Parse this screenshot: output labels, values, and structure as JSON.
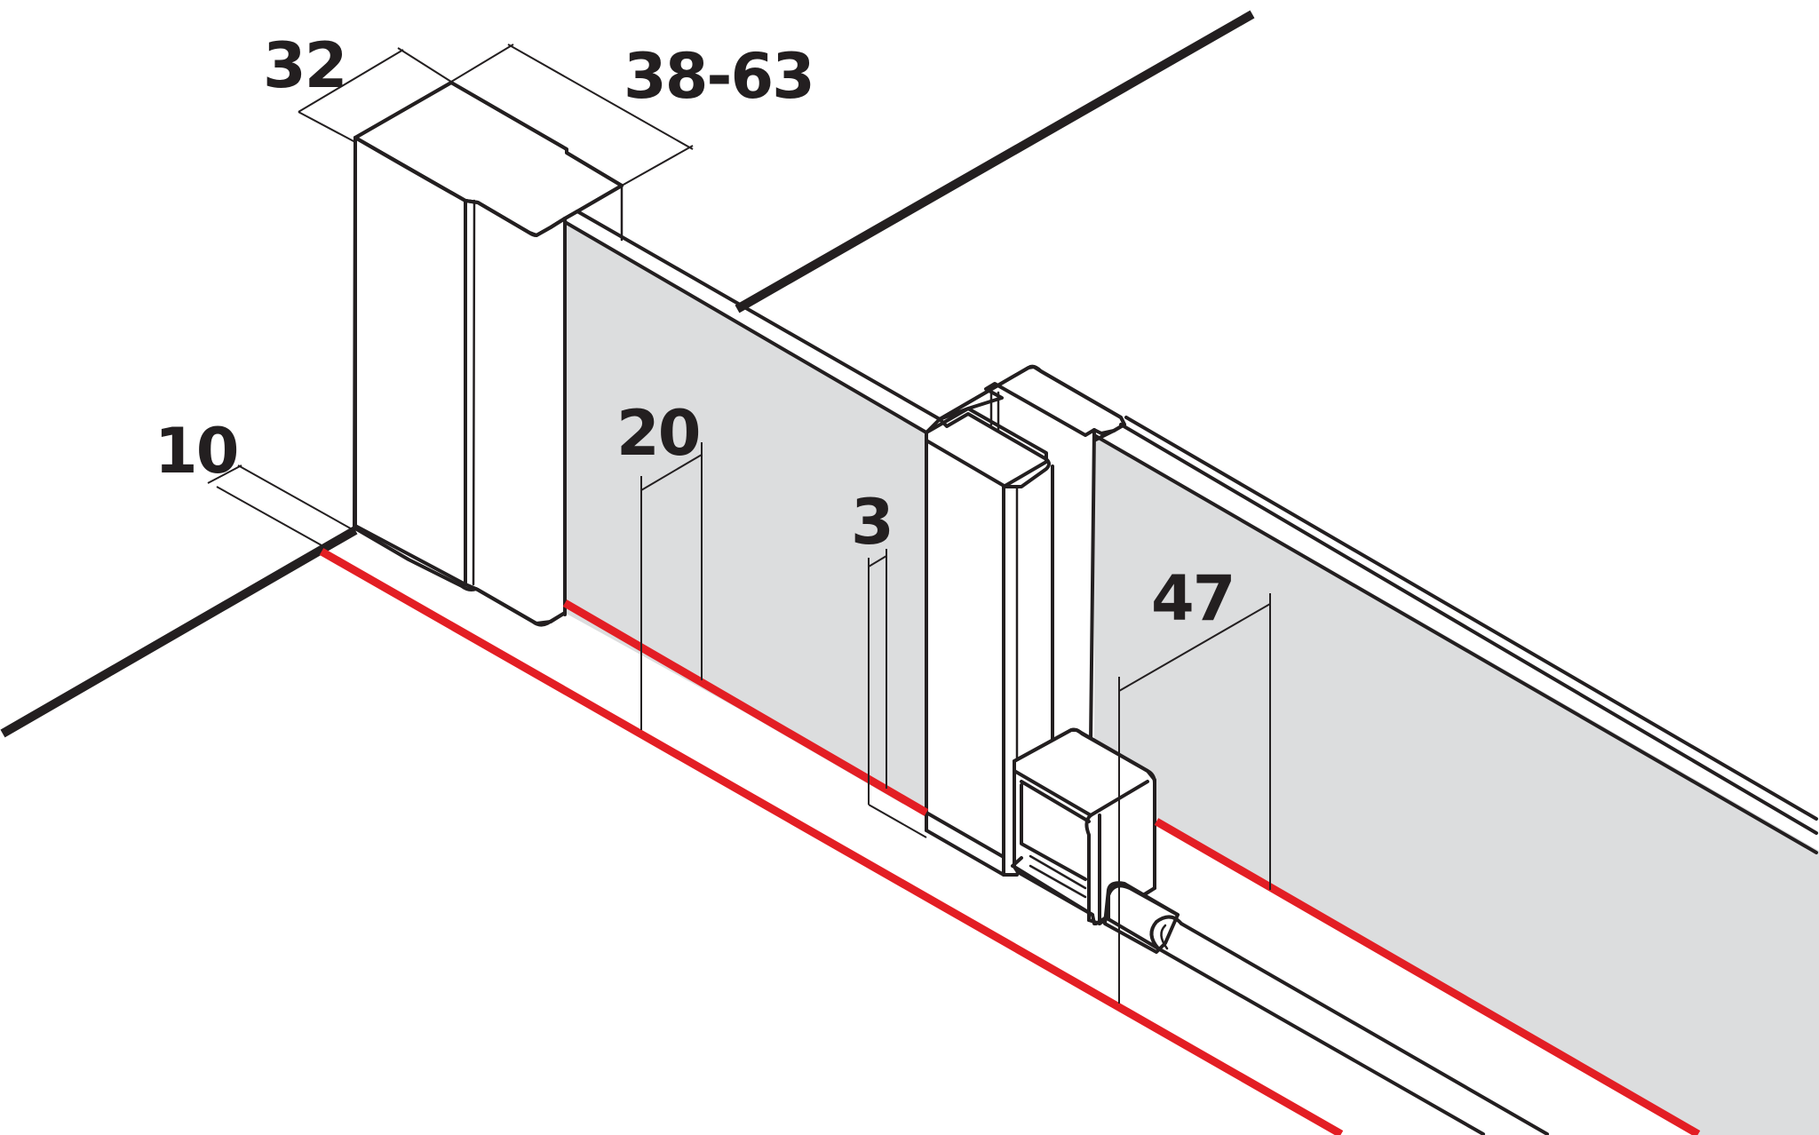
{
  "figure": {
    "background": "#ffffff",
    "glass_color": "#dcddde",
    "line_color": "#231f20",
    "seal_color": "#e31e24"
  },
  "dimensions": {
    "d32": "32",
    "d38_63": "38-63",
    "d10": "10",
    "d20": "20",
    "d3": "3",
    "d47": "47"
  }
}
